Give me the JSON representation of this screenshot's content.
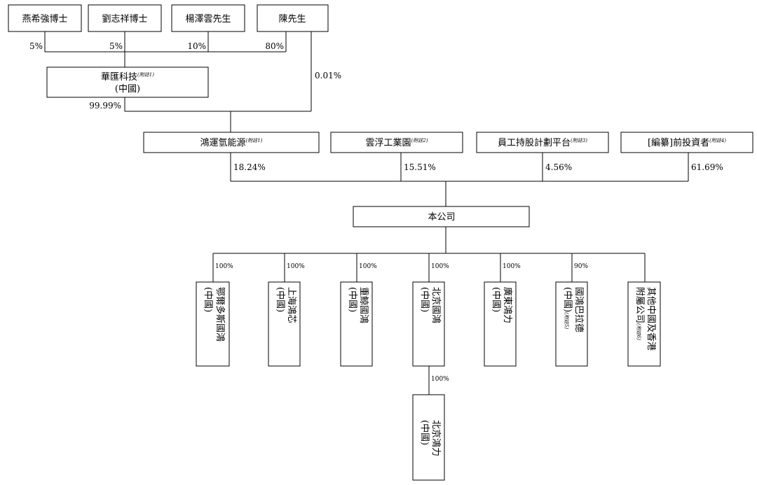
{
  "shareholders_top": [
    {
      "name": "燕希強博士",
      "pct": "5%"
    },
    {
      "name": "劉志祥博士",
      "pct": "5%"
    },
    {
      "name": "楊澤雲先生",
      "pct": "10%"
    },
    {
      "name": "陳先生",
      "pct": "80%"
    }
  ],
  "huahui": {
    "line1": "華匯科技",
    "note": "(附註1)",
    "line2": "(中國)",
    "pct": "99.99%"
  },
  "chen_direct_pct": "0.01%",
  "investors": [
    {
      "name": "鴻運氫能源",
      "note": "(附註1)",
      "pct": "18.24%"
    },
    {
      "name": "雲浮工業園",
      "note": "(附註2)",
      "pct": "15.51%"
    },
    {
      "name": "員工持股計劃平台",
      "note": "(附註3)",
      "pct": "4.56%"
    },
    {
      "name": "[編纂]前投資者",
      "note": "(附註4)",
      "pct": "61.69%"
    }
  ],
  "company": "本公司",
  "subsidiaries": [
    {
      "name": "鄂爾多斯國鴻",
      "sub": "(中國)",
      "note": "",
      "pct": "100%"
    },
    {
      "name": "上海鴻芯",
      "sub": "(中國)",
      "note": "",
      "pct": "100%"
    },
    {
      "name": "重鯨國鴻",
      "sub": "(中國)",
      "note": "",
      "pct": "100%"
    },
    {
      "name": "北京國鴻",
      "sub": "(中國)",
      "note": "",
      "pct": "100%"
    },
    {
      "name": "廣東鴻力",
      "sub": "(中國)",
      "note": "",
      "pct": "100%"
    },
    {
      "name": "國鴻巴拉德",
      "sub": "(中國)",
      "note": "(附註5)",
      "pct": "90%"
    },
    {
      "name": "其他中國及香港",
      "sub": "附屬公司",
      "note": "(附註6)",
      "pct": ""
    }
  ],
  "grandchild": {
    "name": "北京鴻力",
    "sub": "(中國)",
    "pct": "100%"
  }
}
